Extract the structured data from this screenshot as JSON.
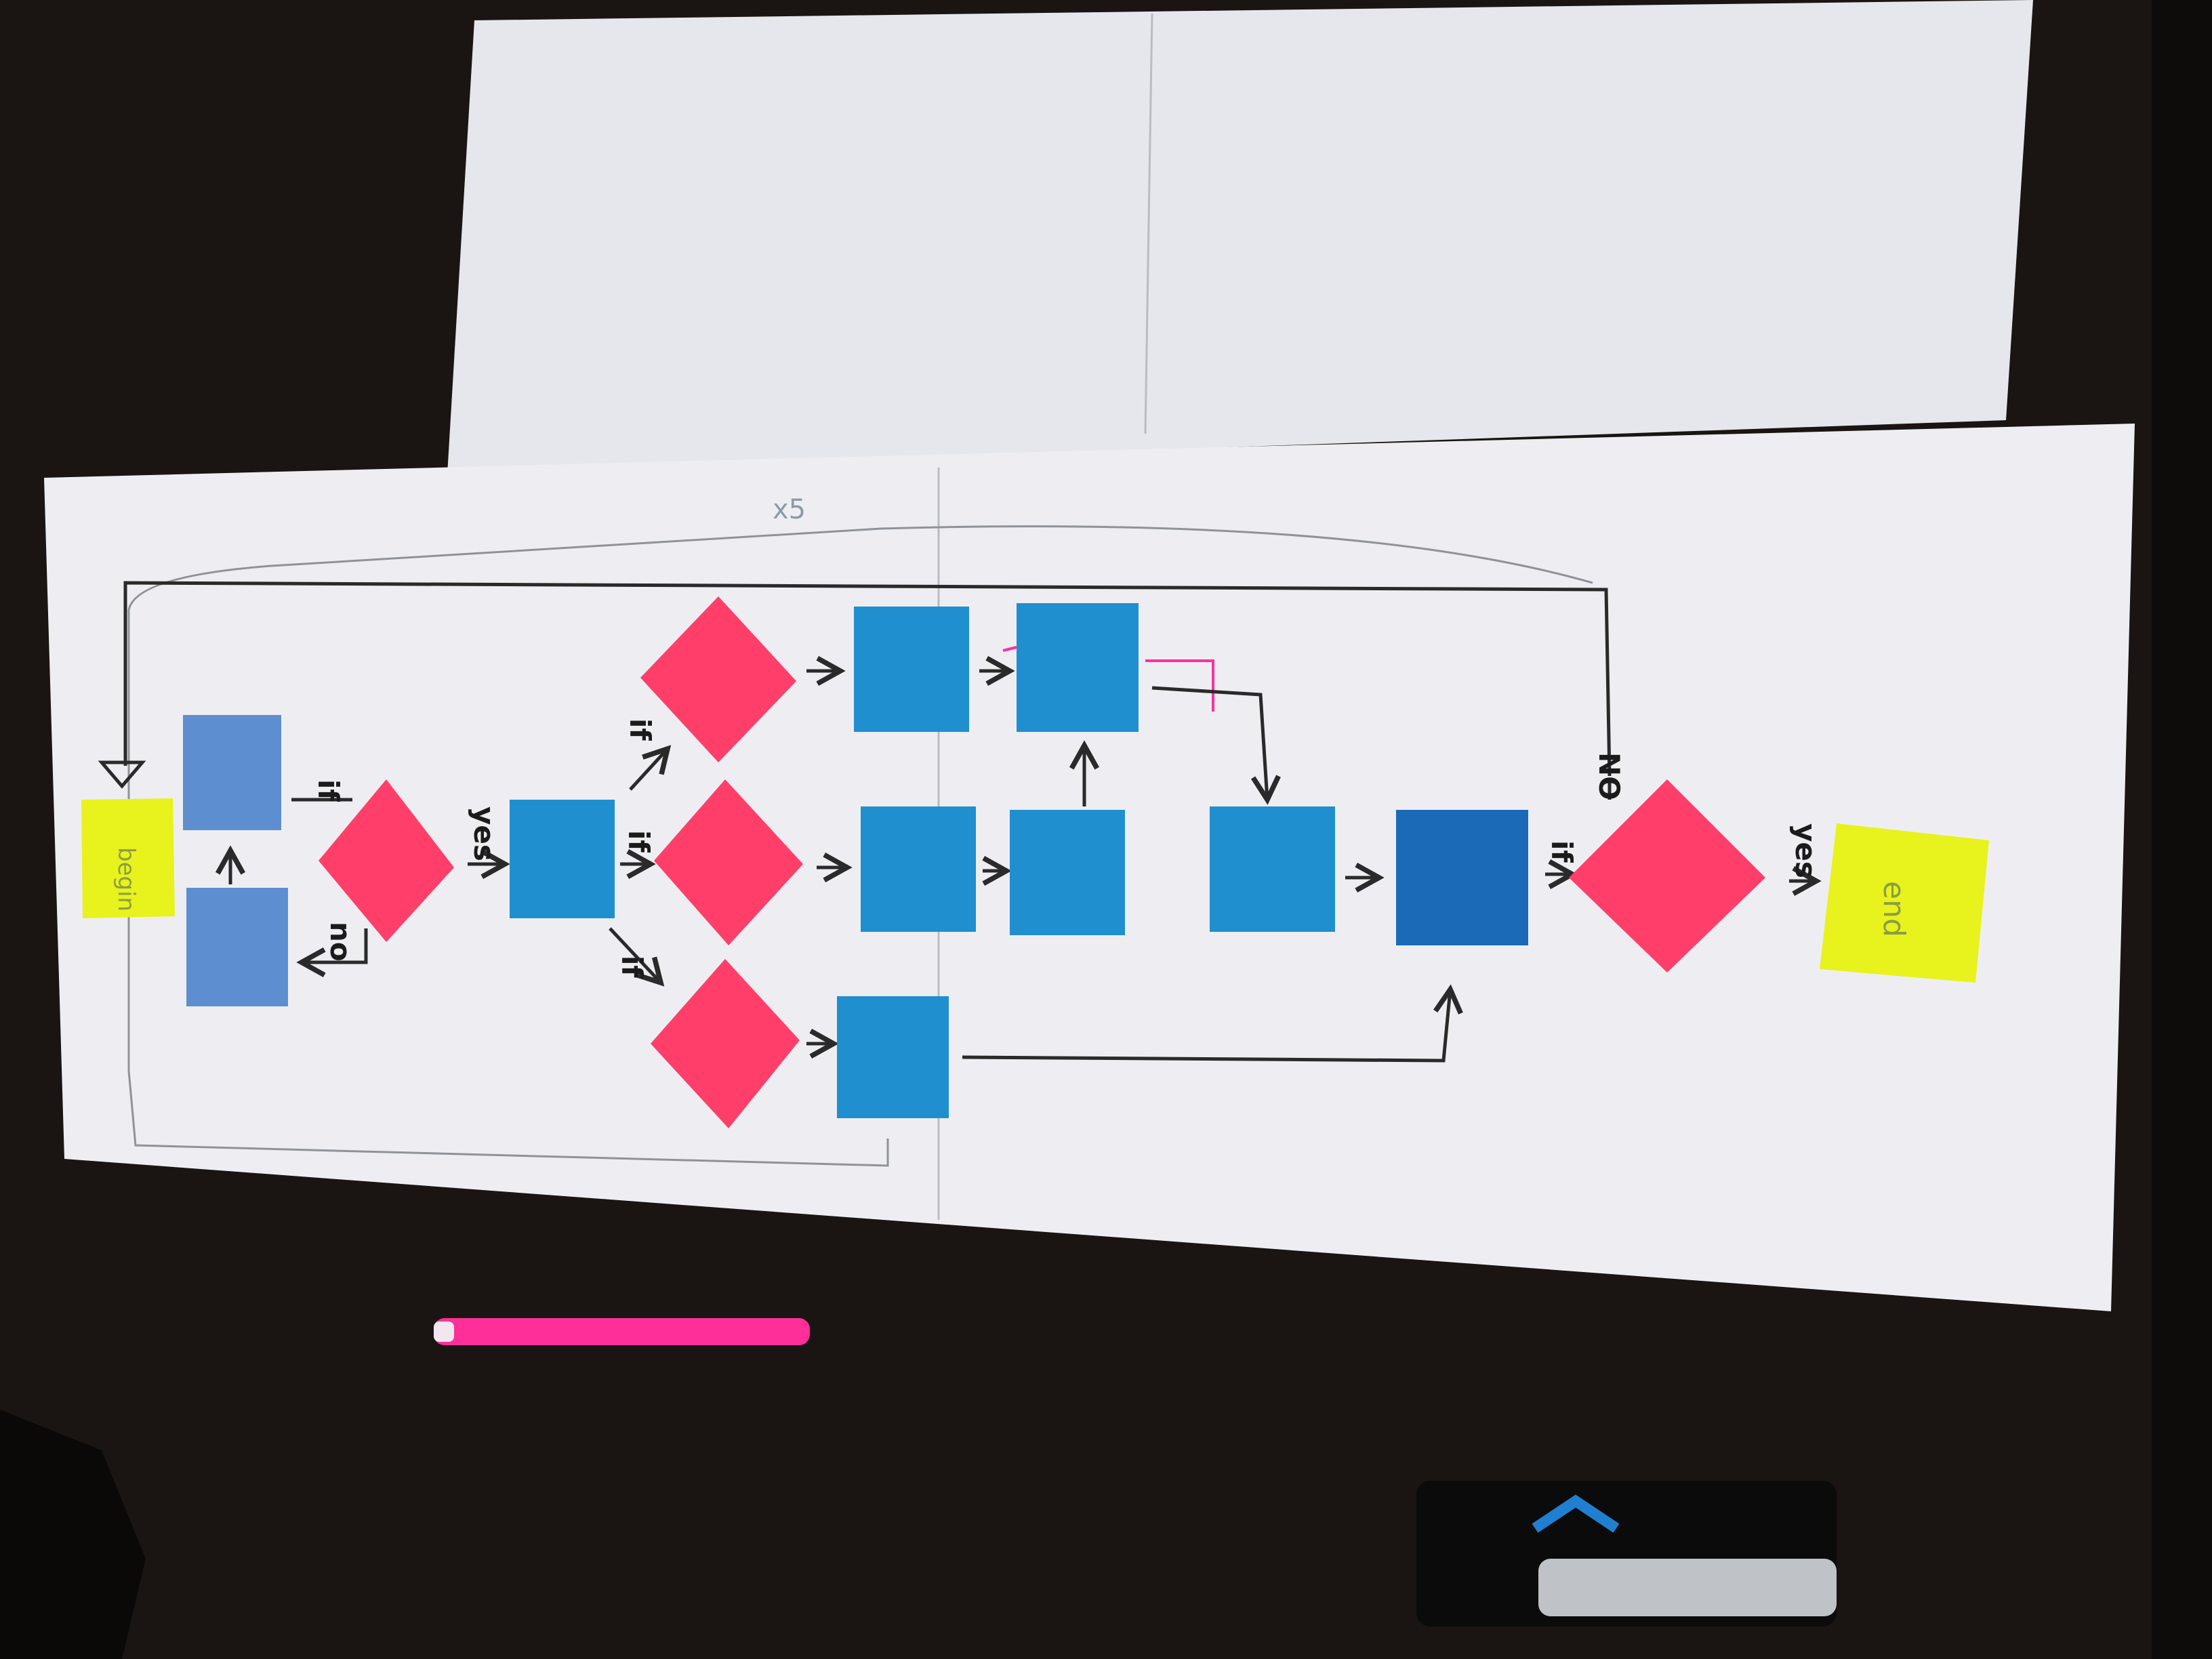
{
  "diagram": {
    "start_note": "begin",
    "end_note": "end",
    "loop_annotation": "x5",
    "edge_labels": {
      "if_left": "if",
      "no_left": "no",
      "yes_first": "yes",
      "if_up": "if",
      "if_mid": "if",
      "if_down": "if",
      "if_final": "if",
      "no_final": "NO",
      "yes_final": "yes"
    }
  },
  "colors": {
    "table": "#1a1512",
    "paper": "#eeeef2",
    "sticky_blue": "#1f8fcf",
    "sticky_blue_light": "#5d8fd0",
    "sticky_pink": "#ff3f6a",
    "sticky_yellow": "#e8f21c",
    "ink": "#2a2a2a",
    "pink_marker": "#ff2fa0"
  }
}
